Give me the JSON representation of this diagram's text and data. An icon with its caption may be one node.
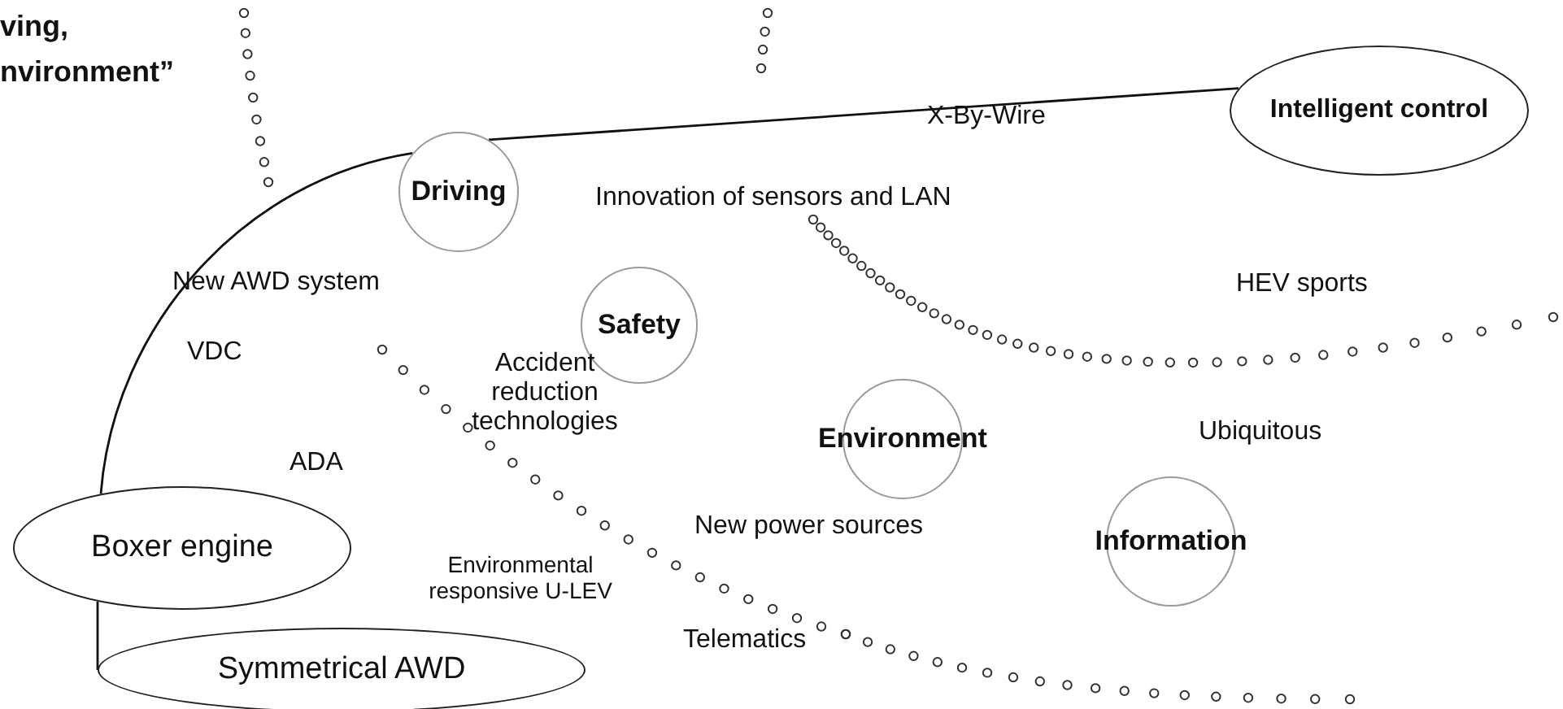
{
  "diagram": {
    "nodes": [
      {
        "text": [
          "Boxer engine"
        ]
      },
      {
        "text": [
          "Symmetrical AWD"
        ]
      },
      {
        "text": [
          "Driving"
        ]
      },
      {
        "text": [
          "Safety"
        ]
      },
      {
        "text": [
          "Environment"
        ]
      },
      {
        "text": [
          "Information"
        ]
      },
      {
        "text": [
          "Intelligent control"
        ]
      }
    ],
    "edges": [
      {
        "from": 1,
        "to": 0,
        "arrow": "none"
      },
      {
        "from": 0,
        "to": 2,
        "arrow": "none"
      },
      {
        "from": 2,
        "to": 6,
        "arrow": "none"
      }
    ],
    "labels": [
      "ving,",
      "nvironment”",
      "X-By-Wire",
      "Innovation of sensors and LAN",
      "New AWD system",
      "HEV sports",
      "VDC",
      "Accident reduction technologies",
      "Ubiquitous",
      "ADA",
      "New power sources",
      "Environmental responsive U-LEV",
      "Telematics"
    ]
  }
}
